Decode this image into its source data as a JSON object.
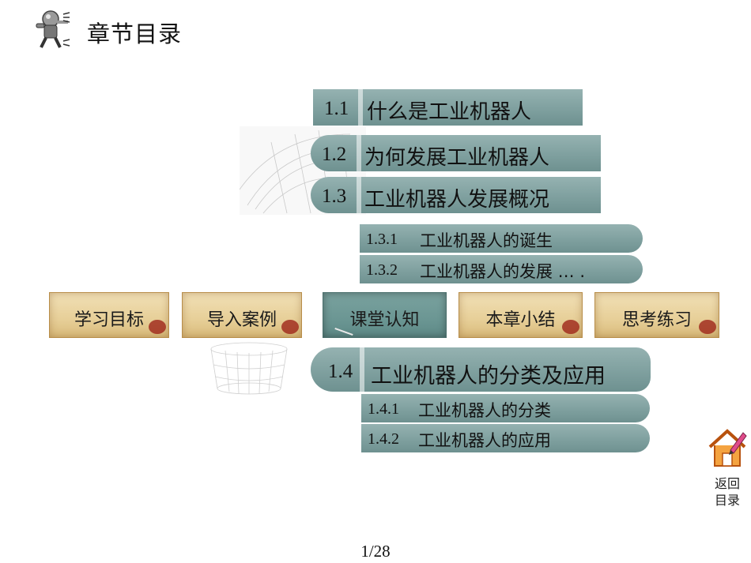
{
  "header": {
    "title": "章节目录",
    "icon": "robot-icon"
  },
  "sections": [
    {
      "num": "1.1",
      "title": "什么是工业机器人"
    },
    {
      "num": "1.2",
      "title": "为何发展工业机器人"
    },
    {
      "num": "1.3",
      "title": "工业机器人发展概况"
    },
    {
      "num": "1.4",
      "title": "工业机器人的分类及应用"
    }
  ],
  "subsections_13": [
    {
      "num": "1.3.1",
      "title": "工业机器人的诞生"
    },
    {
      "num": "1.3.2",
      "title": "工业机器人的发展 … ."
    }
  ],
  "subsections_14": [
    {
      "num": "1.4.1",
      "title": "工业机器人的分类"
    },
    {
      "num": "1.4.2",
      "title": "工业机器人的应用"
    }
  ],
  "tabs": [
    {
      "label": "学习目标",
      "active": false
    },
    {
      "label": "导入案例",
      "active": false
    },
    {
      "label": "课堂认知",
      "active": true
    },
    {
      "label": "本章小结",
      "active": false
    },
    {
      "label": "思考练习",
      "active": false
    }
  ],
  "home_button": {
    "line1": "返回",
    "line2": "目录",
    "icon": "home-pencil-icon"
  },
  "page_number": "1/28",
  "colors": {
    "teal": "#7fa09f",
    "parchment": "#e7cf98",
    "seal": "#9d2419",
    "home_orange": "#e07a1f"
  }
}
